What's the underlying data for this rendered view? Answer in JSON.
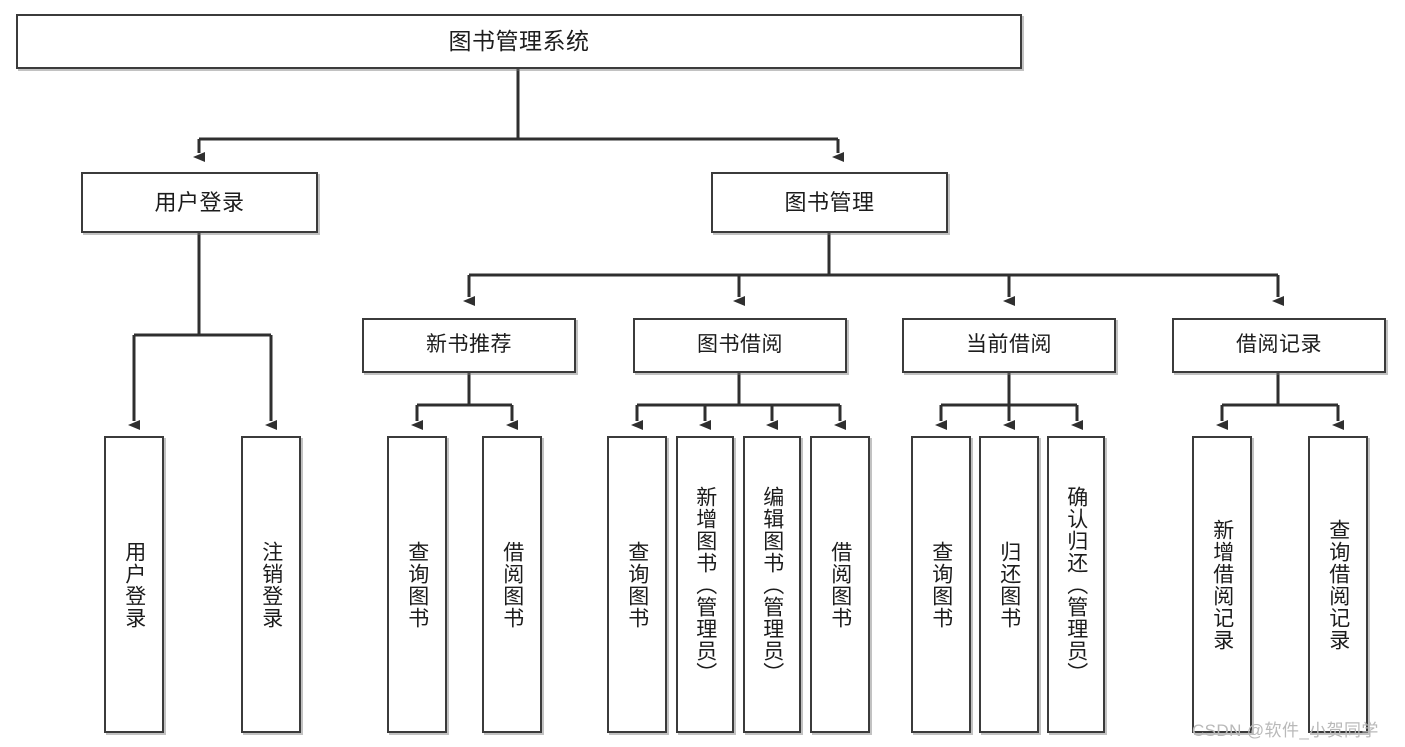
{
  "diagram": {
    "title": "图书管理系统",
    "type": "hierarchy-tree",
    "colors": {
      "background": "#ffffff",
      "box_border": "#3b3b3b",
      "box_fill": "#ffffff",
      "edge": "#2f2f2f",
      "watermark": "#b9b9b9"
    },
    "nodes": {
      "root": {
        "label": "图书管理系统"
      },
      "level2": [
        {
          "label": "用户登录"
        },
        {
          "label": "图书管理"
        }
      ],
      "level3": [
        {
          "label": "新书推荐"
        },
        {
          "label": "图书借阅"
        },
        {
          "label": "当前借阅"
        },
        {
          "label": "借阅记录"
        }
      ],
      "leaves": {
        "user_login": [
          {
            "label": "用户登录"
          },
          {
            "label": "注销登录"
          }
        ],
        "new_book_recommend": [
          {
            "label": "查询图书"
          },
          {
            "label": "借阅图书"
          }
        ],
        "book_borrow": [
          {
            "label": "查询图书"
          },
          {
            "label": "新增图书（管理员）"
          },
          {
            "label": "编辑图书（管理员）"
          },
          {
            "label": "借阅图书"
          }
        ],
        "current_borrow": [
          {
            "label": "查询图书"
          },
          {
            "label": "归还图书"
          },
          {
            "label": "确认归还（管理员）"
          }
        ],
        "borrow_record": [
          {
            "label": "新增借阅记录"
          },
          {
            "label": "查询借阅记录"
          }
        ]
      }
    },
    "watermark": "CSDN @软件_小贺同学"
  }
}
